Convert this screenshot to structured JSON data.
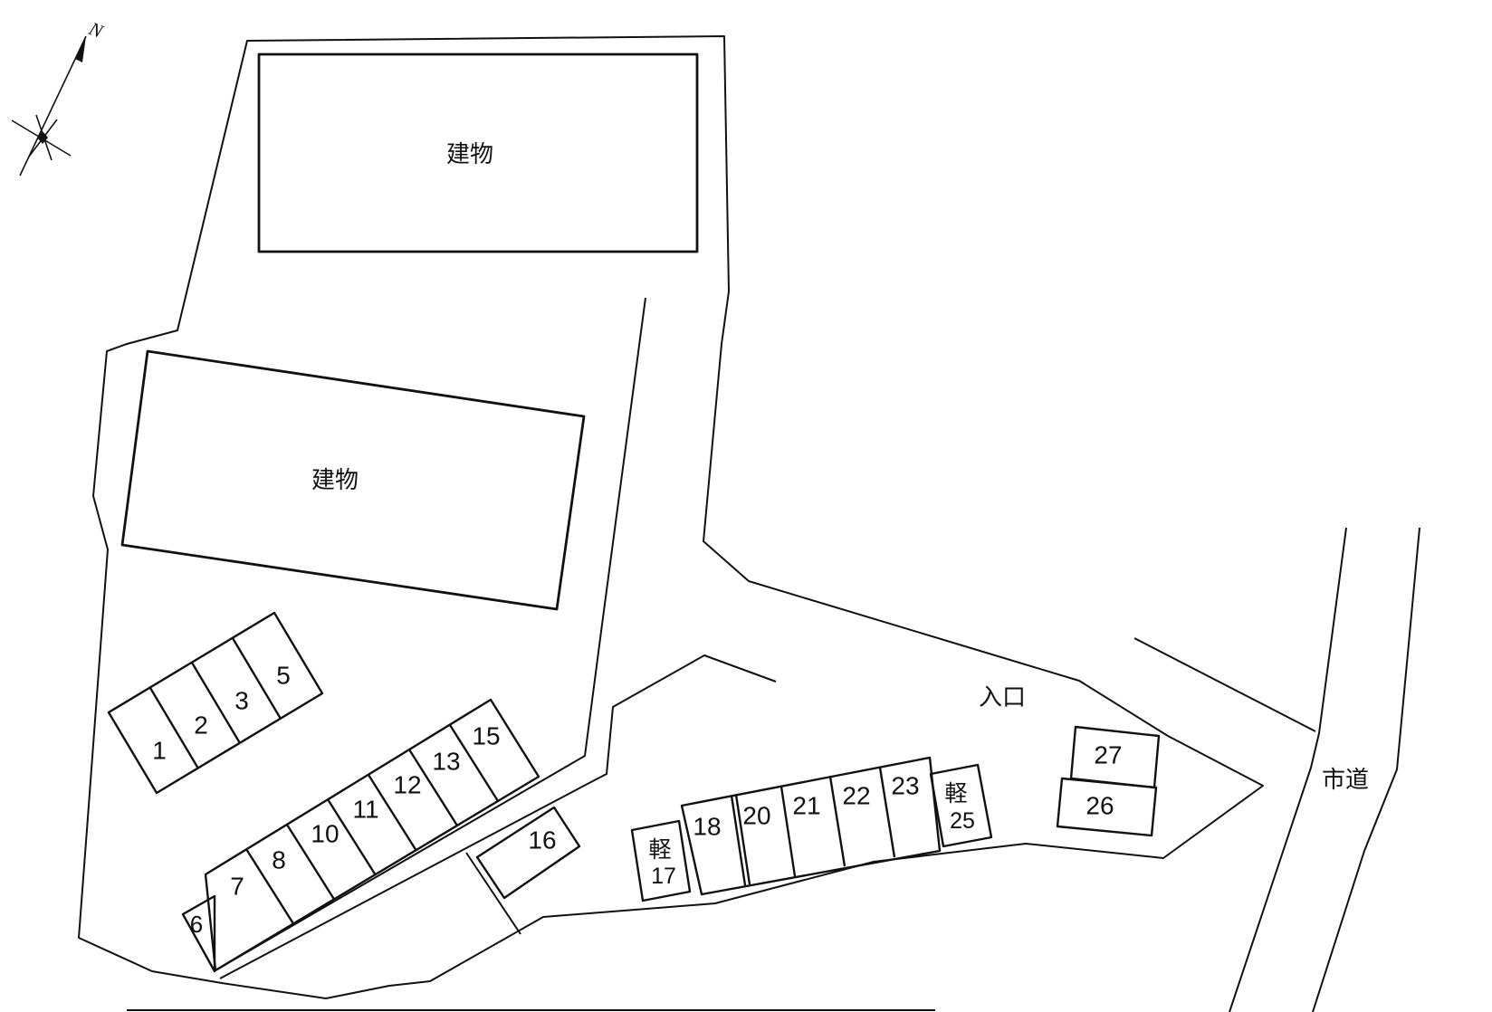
{
  "colors": {
    "line": "#111111",
    "background": "#ffffff"
  },
  "compass": {
    "north_label": "N"
  },
  "buildings": {
    "b1": "建物",
    "b2": "建物"
  },
  "site": {
    "entrance_label": "入口",
    "road_label": "市道"
  },
  "spaces": {
    "s1": "1",
    "s2": "2",
    "s3": "3",
    "s5": "5",
    "s6": "6",
    "s7": "7",
    "s8": "8",
    "s10": "10",
    "s11": "11",
    "s12": "12",
    "s13": "13",
    "s15": "15",
    "s16": "16",
    "kei17": {
      "prefix": "軽",
      "number": "17"
    },
    "s18": "18",
    "s20": "20",
    "s21": "21",
    "s22": "22",
    "s23": "23",
    "kei25": {
      "prefix": "軽",
      "number": "25"
    },
    "s26": "26",
    "s27": "27"
  }
}
